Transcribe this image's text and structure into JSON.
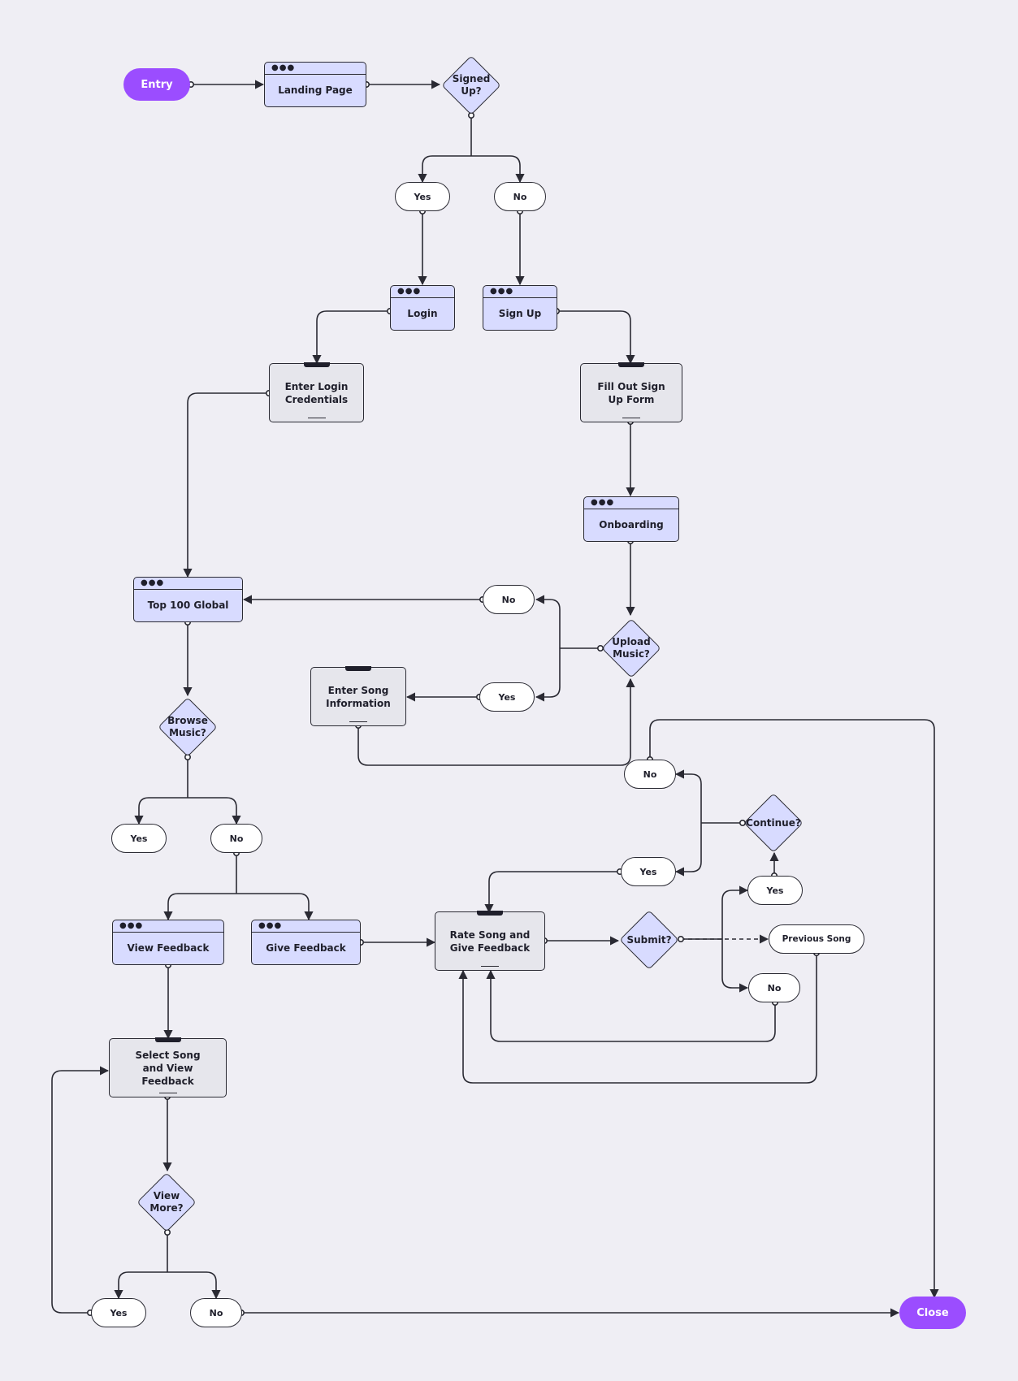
{
  "nodes": {
    "entry": "Entry",
    "landing_page": "Landing Page",
    "signed_up": "Signed Up?",
    "yes_signed": "Yes",
    "no_signed": "No",
    "login": "Login",
    "sign_up": "Sign Up",
    "enter_login_credentials": "Enter Login Credentials",
    "fill_out_form": "Fill Out Sign Up Form",
    "onboarding": "Onboarding",
    "upload_music": "Upload Music?",
    "no_upload": "No",
    "yes_upload": "Yes",
    "enter_song_information": "Enter Song Information",
    "top_100_global": "Top 100 Global",
    "browse_music": "Browse Music?",
    "yes_browse": "Yes",
    "no_browse": "No",
    "view_feedback": "View Feedback",
    "give_feedback": "Give Feedback",
    "rate_song": "Rate Song and Give Feedback",
    "submit": "Submit?",
    "previous_song": "Previous Song",
    "yes_submit": "Yes",
    "no_submit": "No",
    "continue": "Continue?",
    "yes_continue": "Yes",
    "no_continue": "No",
    "select_song": "Select Song and View Feedback",
    "view_more": "View More?",
    "yes_more": "Yes",
    "no_more": "No",
    "close": "Close"
  },
  "colors": {
    "background": "#efeef4",
    "terminal": "#9b4dff",
    "screen_fill": "#d8dbff",
    "process_fill": "#e6e6ec",
    "stroke": "#2a2a33"
  }
}
